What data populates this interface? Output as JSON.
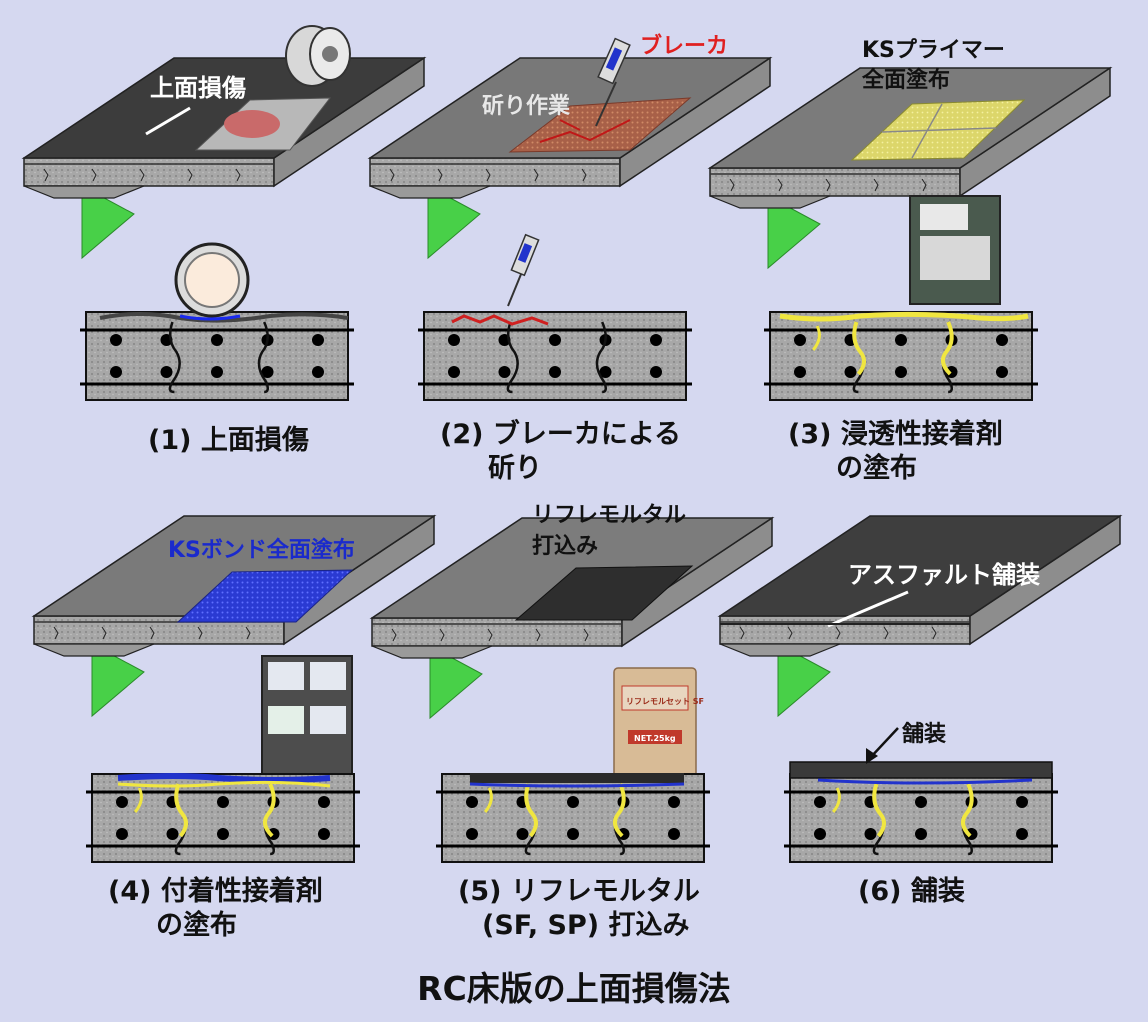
{
  "title": "RC床版の上面損傷法",
  "steps": [
    {
      "caption_line1": "(1) 上面損傷",
      "caption_line2": "",
      "callout": "上面損傷"
    },
    {
      "caption_line1": "(2) ブレーカによる",
      "caption_line2": "斫り",
      "callout": "斫り作業",
      "tool_label": "ブレーカ"
    },
    {
      "caption_line1": "(3) 浸透性接着剤",
      "caption_line2": "の塗布",
      "callout_line1": "KSプライマー",
      "callout_line2": "全面塗布"
    },
    {
      "caption_line1": "(4) 付着性接着剤",
      "caption_line2": "の塗布",
      "callout": "KSボンド全面塗布"
    },
    {
      "caption_line1": "(5) リフレモルタル",
      "caption_line2": "(SF, SP) 打込み",
      "callout_line1": "リフレモルタル",
      "callout_line2": "打込み",
      "bag_label": "リフレモルセット SF",
      "bag_weight": "NET.25kg"
    },
    {
      "caption_line1": "(6) 舗装",
      "caption_line2": "",
      "callout": "アスファルト舗装",
      "arrow_label": "舗装"
    }
  ],
  "colors": {
    "background": "#d5d8f0",
    "slab": "#8a8a8a",
    "pavement": "#3a3a3a",
    "girder": "#48d048",
    "damage": "#c96a6a",
    "primer": "#e2df4a",
    "bond": "#2233cc",
    "crack_fill": "#f0e640",
    "breaker_mark": "#d02020"
  }
}
